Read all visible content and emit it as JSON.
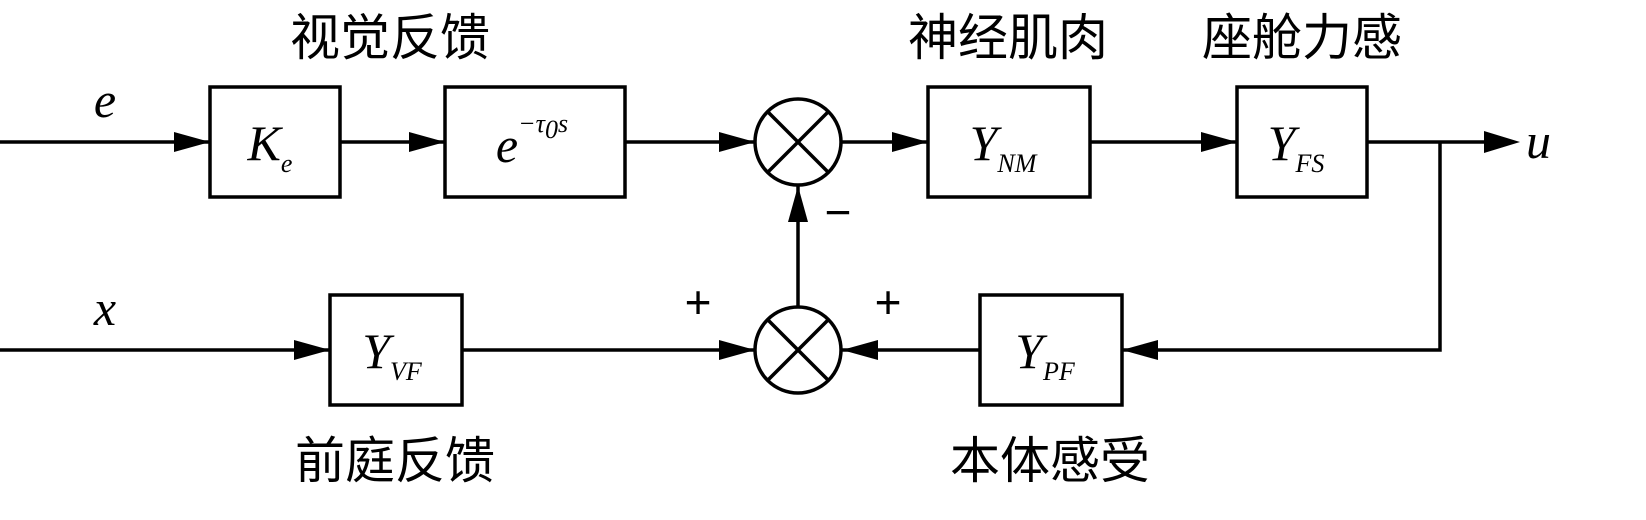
{
  "labels": {
    "visual_feedback": "视觉反馈",
    "neuromuscular": "神经肌肉",
    "cockpit_force": "座舱力感",
    "vestibular_feedback": "前庭反馈",
    "proprioception": "本体感受"
  },
  "signals": {
    "e": "e",
    "x": "x",
    "u": "u"
  },
  "blocks": {
    "ke": {
      "main": "K",
      "sub": "e"
    },
    "delay": {
      "base": "e",
      "exponent_sign": "−",
      "tau": "τ",
      "tau_sub": "0",
      "s": "s"
    },
    "ynm": {
      "main": "Y",
      "sub": "NM"
    },
    "yfs": {
      "main": "Y",
      "sub": "FS"
    },
    "yvf": {
      "main": "Y",
      "sub": "VF"
    },
    "ypf": {
      "main": "Y",
      "sub": "PF"
    }
  },
  "signs": {
    "minus": "−",
    "plus_left": "+",
    "plus_right": "+"
  }
}
